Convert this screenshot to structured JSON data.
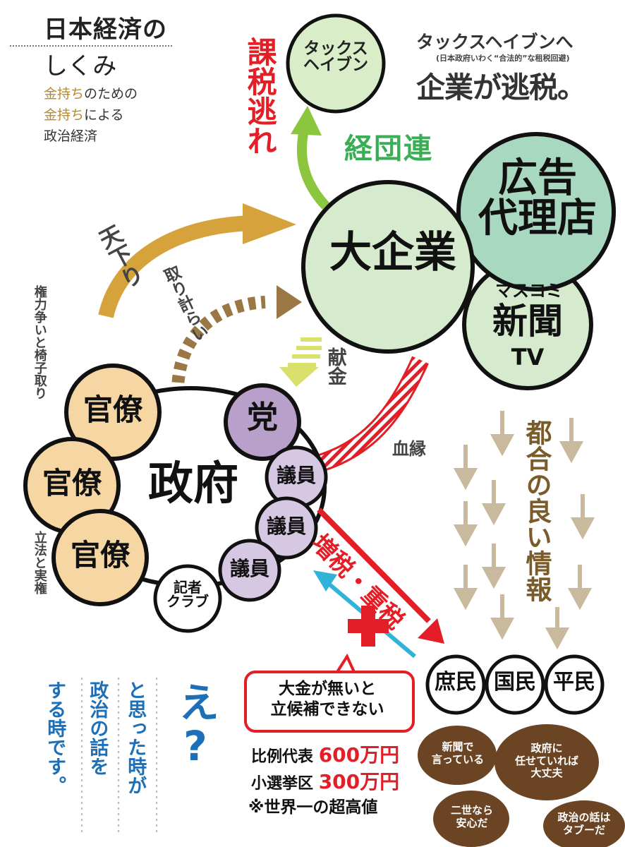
{
  "title": {
    "line1": "日本経済の",
    "line2": "しくみ",
    "sub1_gold": "金持ち",
    "sub1_rest": "のための",
    "sub2_gold": "金持ち",
    "sub2_rest": "による",
    "sub3": "政治経済"
  },
  "tax_haven_note": {
    "line1": "タックスヘイブンへ",
    "line2": "(日本政府いわく“合法的”な租税回避)",
    "line3": "企業が逃税。"
  },
  "nodes": {
    "tax_haven": "タックス\nヘイブン",
    "big_business": "大企業",
    "ad_agency": "広告\n代理店",
    "media_top": "マスコミ",
    "media_mid": "新聞",
    "media_bot": "TV",
    "government": "政府",
    "party": "党",
    "bureaucrat": "官僚",
    "diet_member": "議員",
    "press_club": "記者\nクラブ",
    "shomin": "庶民",
    "kokumin": "国民",
    "heimin": "平民"
  },
  "labels": {
    "tax_evasion": "課税逃れ",
    "keidanren": "経団連",
    "amakudari": "天下り",
    "torihakarai": "取り計らい",
    "kenkin": "献金",
    "ketsuen": "血縁",
    "power_struggle": "権力争いと椅子取り",
    "legislation": "立法と実権",
    "good_info": "都合の良い情報",
    "tax_increase": "増税・重税"
  },
  "bottom_left": {
    "col1": "え?",
    "col2": "と思った時が",
    "col3": "政治の話を",
    "col4": "する時です。"
  },
  "speech": {
    "line1": "大金が無いと",
    "line2": "立候補できない"
  },
  "deposits": [
    {
      "label": "比例代表",
      "amount": "600万円"
    },
    {
      "label": "小選挙区",
      "amount": "300万円"
    }
  ],
  "deposit_note": "※世界一の超高値",
  "clouds": {
    "c1": "新聞で\n言っている",
    "c2": "政府に\n任せていれば\n大丈夫",
    "c3": "二世なら\n安心だ",
    "c4": "政治の話は\nタブーだ"
  },
  "colors": {
    "red": "#e41e26",
    "green": "#3aad55",
    "light_green": "#d6ebce",
    "mint": "#a9d8c0",
    "bureaucrat": "#f6d7a3",
    "party": "#b8a0cb",
    "blue": "#1d6fb7",
    "tan": "#c9b99d",
    "gold": "#d5a23b",
    "cloud": "#6b4424"
  }
}
